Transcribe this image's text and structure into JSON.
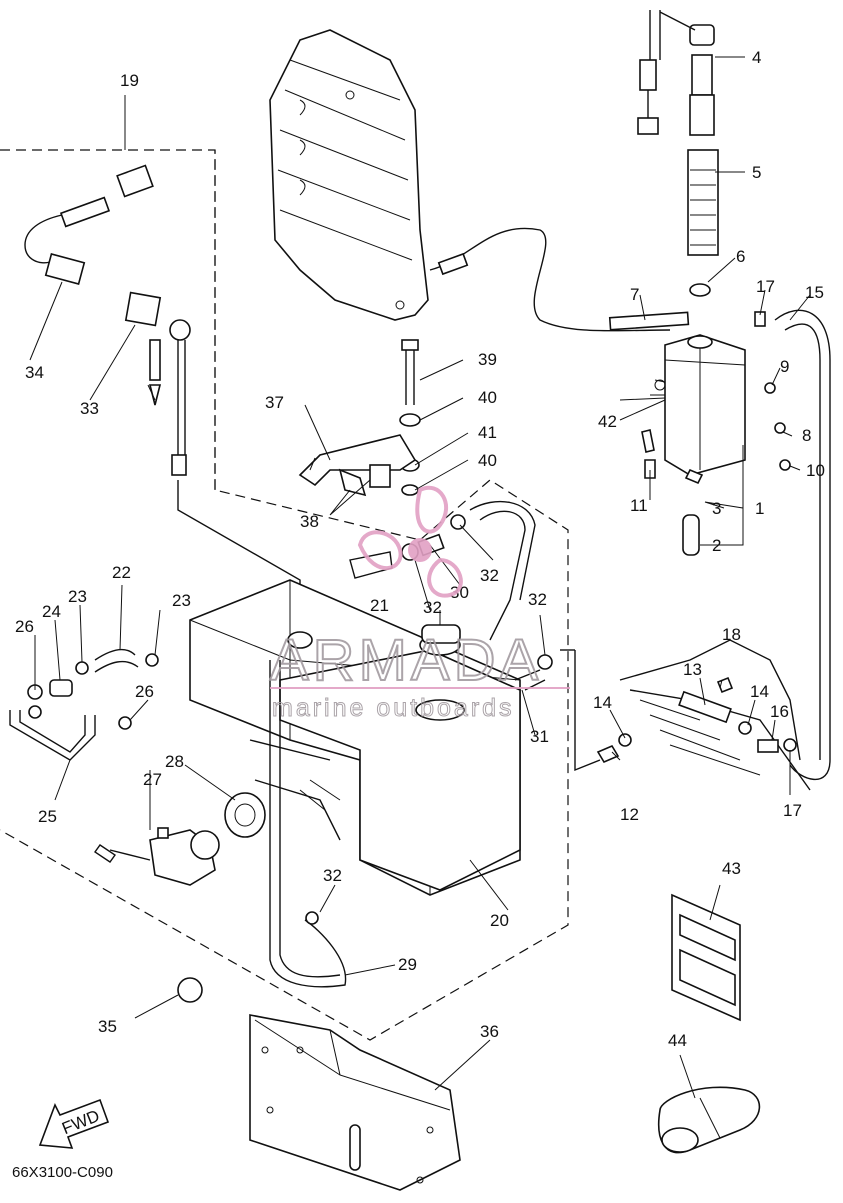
{
  "diagram": {
    "code": "66X3100-C090",
    "fwd_label": "FWD",
    "callouts": [
      {
        "id": "c1",
        "text": "1"
      },
      {
        "id": "c2",
        "text": "2"
      },
      {
        "id": "c3",
        "text": "3"
      },
      {
        "id": "c4",
        "text": "4"
      },
      {
        "id": "c5",
        "text": "5"
      },
      {
        "id": "c6",
        "text": "6"
      },
      {
        "id": "c7",
        "text": "7"
      },
      {
        "id": "c8",
        "text": "8"
      },
      {
        "id": "c9",
        "text": "9"
      },
      {
        "id": "c10",
        "text": "10"
      },
      {
        "id": "c11",
        "text": "11"
      },
      {
        "id": "c12",
        "text": "12"
      },
      {
        "id": "c13",
        "text": "13"
      },
      {
        "id": "c14a",
        "text": "14"
      },
      {
        "id": "c14b",
        "text": "14"
      },
      {
        "id": "c15",
        "text": "15"
      },
      {
        "id": "c16",
        "text": "16"
      },
      {
        "id": "c17a",
        "text": "17"
      },
      {
        "id": "c17b",
        "text": "17"
      },
      {
        "id": "c18",
        "text": "18"
      },
      {
        "id": "c19",
        "text": "19"
      },
      {
        "id": "c20",
        "text": "20"
      },
      {
        "id": "c21",
        "text": "21"
      },
      {
        "id": "c22",
        "text": "22"
      },
      {
        "id": "c23a",
        "text": "23"
      },
      {
        "id": "c23b",
        "text": "23"
      },
      {
        "id": "c24",
        "text": "24"
      },
      {
        "id": "c25",
        "text": "25"
      },
      {
        "id": "c26a",
        "text": "26"
      },
      {
        "id": "c26b",
        "text": "26"
      },
      {
        "id": "c27",
        "text": "27"
      },
      {
        "id": "c28",
        "text": "28"
      },
      {
        "id": "c29",
        "text": "29"
      },
      {
        "id": "c30",
        "text": "30"
      },
      {
        "id": "c31",
        "text": "31"
      },
      {
        "id": "c32a",
        "text": "32"
      },
      {
        "id": "c32b",
        "text": "32"
      },
      {
        "id": "c32c",
        "text": "32"
      },
      {
        "id": "c32d",
        "text": "32"
      },
      {
        "id": "c33",
        "text": "33"
      },
      {
        "id": "c34",
        "text": "34"
      },
      {
        "id": "c35",
        "text": "35"
      },
      {
        "id": "c36",
        "text": "36"
      },
      {
        "id": "c37",
        "text": "37"
      },
      {
        "id": "c38",
        "text": "38"
      },
      {
        "id": "c39",
        "text": "39"
      },
      {
        "id": "c40a",
        "text": "40"
      },
      {
        "id": "c40b",
        "text": "40"
      },
      {
        "id": "c41",
        "text": "41"
      },
      {
        "id": "c42",
        "text": "42"
      },
      {
        "id": "c43",
        "text": "43"
      },
      {
        "id": "c44",
        "text": "44"
      }
    ]
  },
  "watermark": {
    "title": "ARMADA",
    "subtitle": "marine outboards",
    "color": "#e2a0c4"
  }
}
